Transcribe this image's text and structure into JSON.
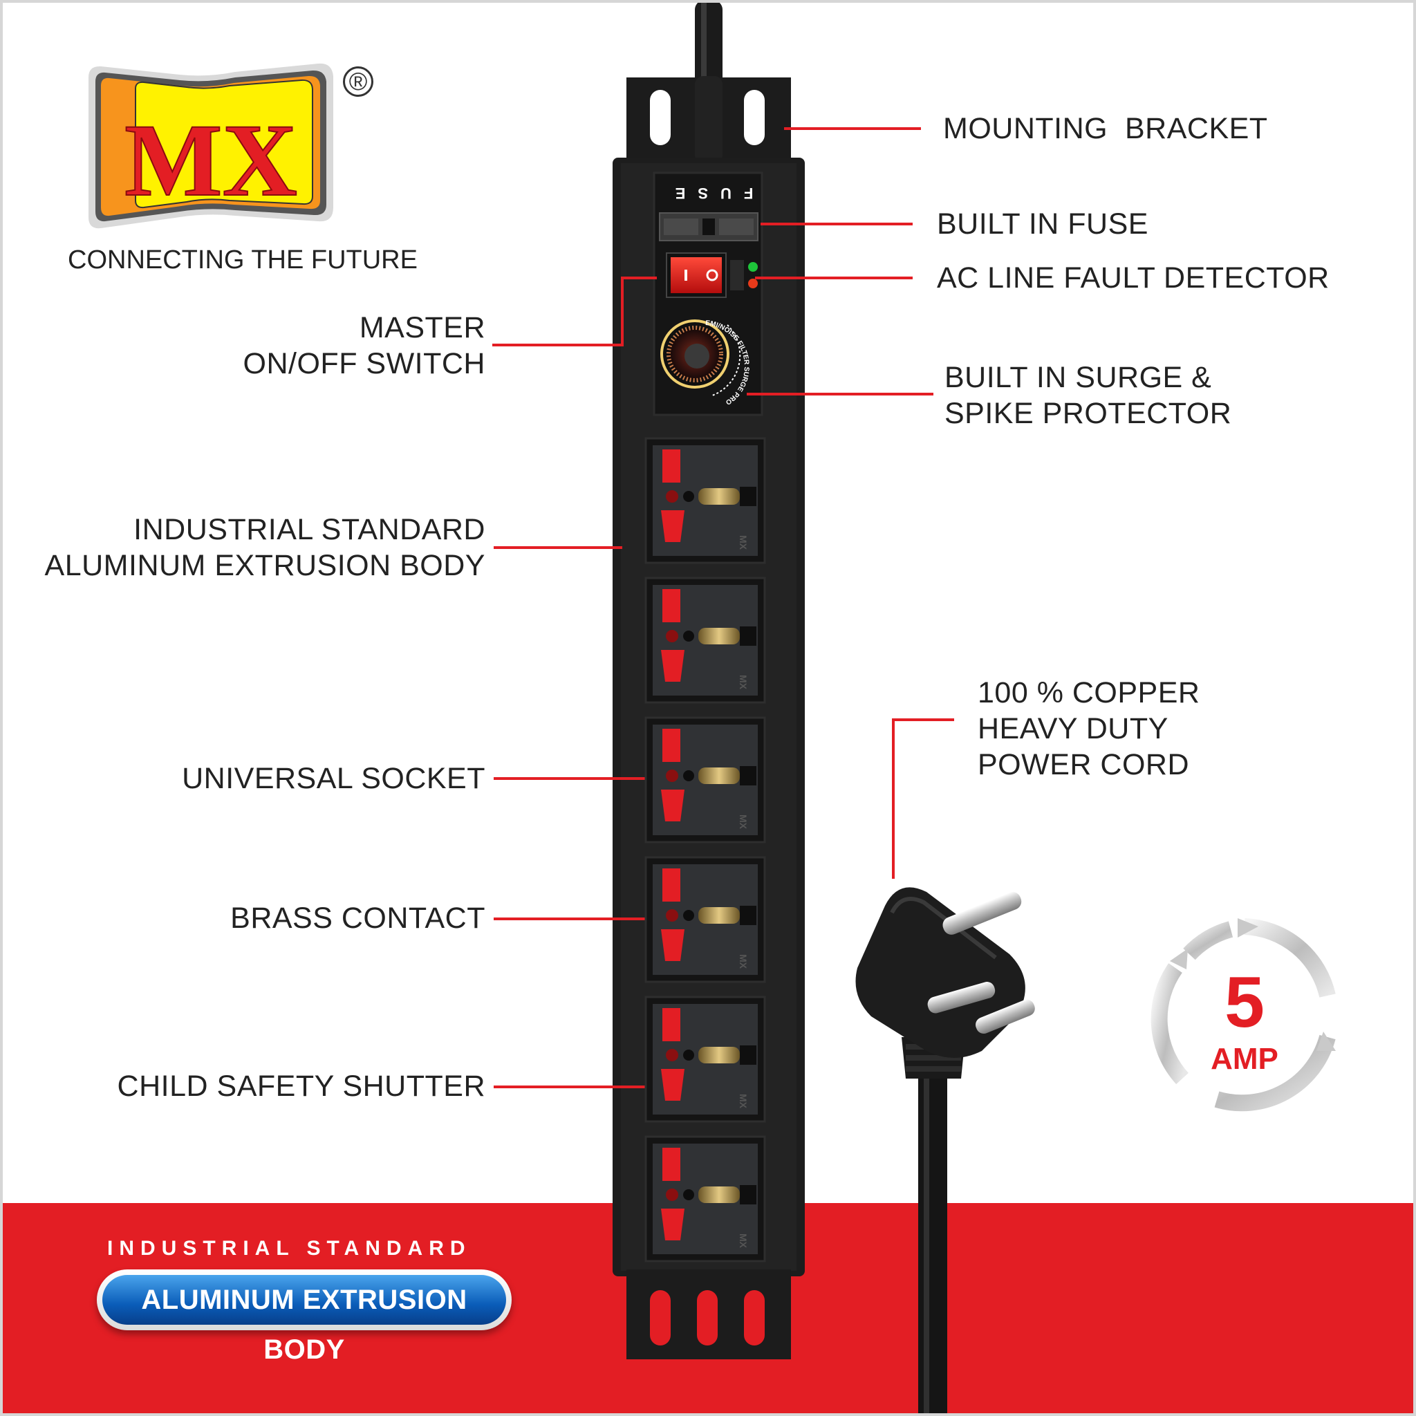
{
  "brand": {
    "logo_text": "MX",
    "registered_mark": "®",
    "tagline": "CONNECTING THE FUTURE"
  },
  "callouts": {
    "mounting_bracket": "MOUNTING  BRACKET",
    "built_in_fuse": "BUILT IN FUSE",
    "ac_line_fault_detector": "AC LINE FAULT DETECTOR",
    "master_switch": [
      "MASTER",
      "ON/OFF SWITCH"
    ],
    "surge_protector": [
      "BUILT IN SURGE &",
      "SPIKE PROTECTOR"
    ],
    "extrusion_body": [
      "INDUSTRIAL STANDARD",
      "ALUMINUM EXTRUSION BODY"
    ],
    "universal_socket": "UNIVERSAL SOCKET",
    "power_cord": [
      "100 % COPPER",
      "HEAVY DUTY",
      "POWER CORD"
    ],
    "brass_contact": "BRASS CONTACT",
    "child_safety_shutter": "CHILD SAFETY SHUTTER"
  },
  "device": {
    "fuse_label": "FUSE",
    "surge_ring_text": "EMI/NOISE FILTER SURGE PROTECTOR",
    "socket_count": 6,
    "socket_mark": "MX"
  },
  "badge": {
    "top_text": "INDUSTRIAL STANDARD",
    "pill_text": "ALUMINUM EXTRUSION BODY"
  },
  "rating": {
    "value": "5",
    "unit": "AMP"
  },
  "colors": {
    "brand_red": "#e31e24",
    "logo_yellow": "#fff200",
    "logo_orange": "#f7941d",
    "body_black": "#1d1d1d",
    "pill_blue": "#0a5cb8"
  }
}
